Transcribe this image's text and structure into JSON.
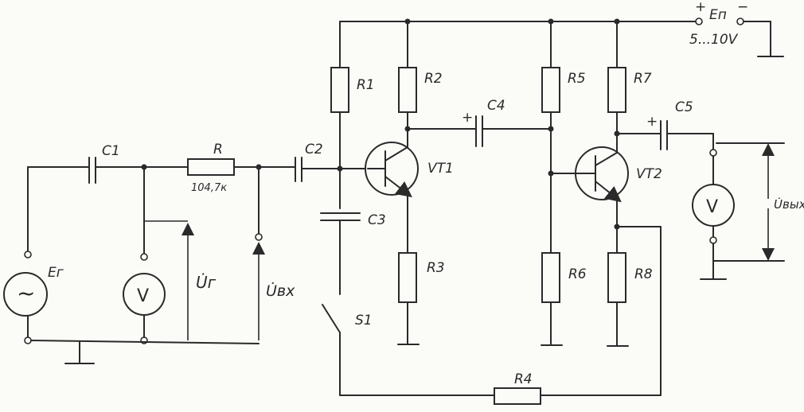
{
  "diagram": {
    "generator": {
      "label": "Eг"
    },
    "capacitors": {
      "c1": "C1",
      "c2": "C2",
      "c3": "C3",
      "c4": "C4",
      "c5": "C5"
    },
    "resistors": {
      "r": "R",
      "r_value": "104,7к",
      "r1": "R1",
      "r2": "R2",
      "r3": "R3",
      "r4": "R4",
      "r5": "R5",
      "r6": "R6",
      "r7": "R7",
      "r8": "R8"
    },
    "transistors": {
      "vt1": "VT1",
      "vt2": "VT2"
    },
    "switch": {
      "s1": "S1"
    },
    "power": {
      "label": "Eп",
      "range": "5...10V",
      "plus": "+",
      "minus": "−"
    },
    "voltages": {
      "ur": "U̇г",
      "uvx": "U̇вх",
      "uvyx": "U̇вых"
    },
    "polarity": {
      "c4": "+",
      "c5": "+"
    },
    "voltmeter_symbol": "V",
    "ac_symbol": "~"
  }
}
